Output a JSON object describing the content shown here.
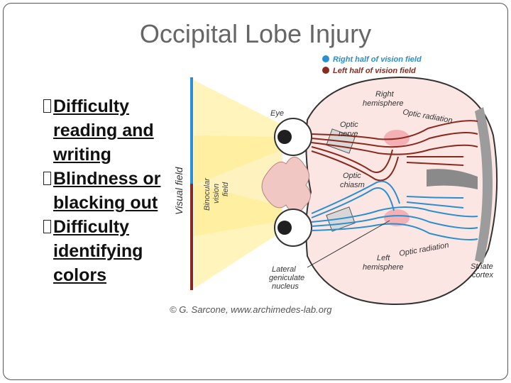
{
  "slide": {
    "title": "Occipital Lobe Injury",
    "bullets": [
      {
        "text": "Difficulty reading and writing"
      },
      {
        "text": "Blindness or blacking out"
      },
      {
        "text": "Difficulty identifying colors"
      }
    ]
  },
  "diagram": {
    "legend": [
      {
        "label": "Right half of vision field",
        "color": "#2a8fd0"
      },
      {
        "label": "Left half of vision field",
        "color": "#8a2a1f"
      }
    ],
    "labels": {
      "visual_field": "Visual field",
      "binocular_line1": "Binocular",
      "binocular_line2": "vision",
      "binocular_line3": "field",
      "eye": "Eye",
      "optic_nerve_line1": "Optic",
      "optic_nerve_line2": "nerve",
      "optic_chiasm_line1": "Optic",
      "optic_chiasm_line2": "chiasm",
      "right_hemisphere_line1": "Right",
      "right_hemisphere_line2": "hemisphere",
      "left_hemisphere_line1": "Left",
      "left_hemisphere_line2": "hemisphere",
      "optic_radiation_top": "Optic radiation",
      "optic_radiation_bottom": "Optic radiation",
      "lateral_line1": "Lateral",
      "lateral_line2": "geniculate",
      "lateral_line3": "nucleus",
      "striate_line1": "Striate",
      "striate_line2": "cortex",
      "credit": "© G. Sarcone, www.archimedes-lab.org"
    }
  }
}
